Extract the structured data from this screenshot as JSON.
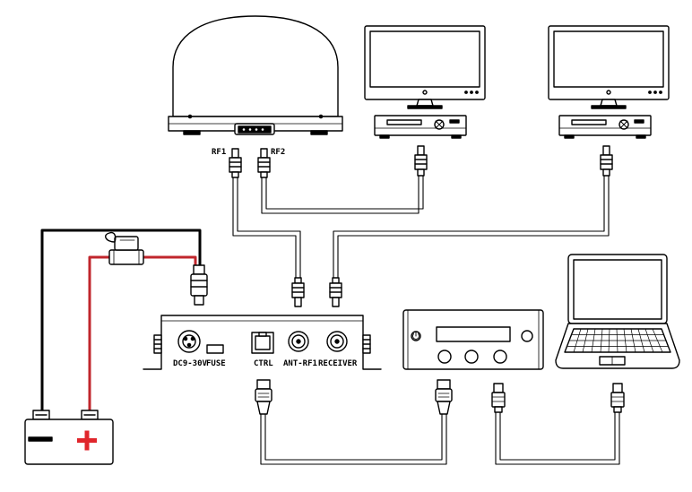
{
  "labels": {
    "rf1": "RF1",
    "rf2": "RF2",
    "dc": "DC9-30V",
    "fuse": "FUSE",
    "ctrl": "CTRL",
    "ant_rf1": "ANT-RF1",
    "receiver": "RECEIVER"
  },
  "colors": {
    "line": "#000000",
    "positive_wire": "#c0262c",
    "negative_wire": "#000000",
    "plus_symbol": "#e0262c"
  },
  "icons": [
    "satellite-antenna-dome",
    "tv-monitor",
    "satellite-receiver-box",
    "control-box",
    "battery",
    "inline-fuse-holder",
    "controller-panel",
    "laptop",
    "f-connector",
    "rj45-connector",
    "usb-connector"
  ]
}
